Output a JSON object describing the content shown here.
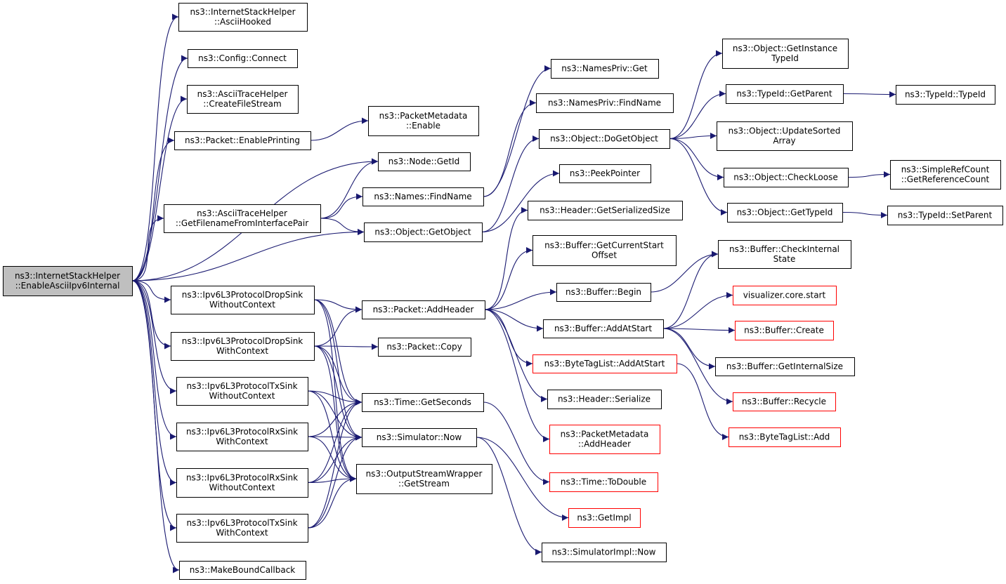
{
  "colors": {
    "edge": "#191970",
    "node_border": "#000000",
    "truncated_border": "#ff0000",
    "root_fill": "#bfbfbf",
    "node_fill": "#ffffff"
  },
  "nodes": [
    {
      "id": "root",
      "lines": [
        "ns3::InternetStackHelper",
        "::EnableAsciiIpv6Internal"
      ],
      "root": true
    },
    {
      "id": "n1",
      "lines": [
        "ns3::InternetStackHelper",
        "::AsciiHooked"
      ]
    },
    {
      "id": "n2",
      "lines": [
        "ns3::Config::Connect"
      ]
    },
    {
      "id": "n3",
      "lines": [
        "ns3::AsciiTraceHelper",
        "::CreateFileStream"
      ]
    },
    {
      "id": "n4",
      "lines": [
        "ns3::Packet::EnablePrinting"
      ]
    },
    {
      "id": "n5",
      "lines": [
        "ns3::PacketMetadata",
        "::Enable"
      ]
    },
    {
      "id": "n6",
      "lines": [
        "ns3::Node::GetId"
      ]
    },
    {
      "id": "n7",
      "lines": [
        "ns3::AsciiTraceHelper",
        "::GetFilenameFromInterfacePair"
      ]
    },
    {
      "id": "n8",
      "lines": [
        "ns3::Names::FindName"
      ]
    },
    {
      "id": "n9",
      "lines": [
        "ns3::Object::GetObject"
      ]
    },
    {
      "id": "n10",
      "lines": [
        "ns3::Ipv6L3ProtocolDropSink",
        "WithoutContext"
      ]
    },
    {
      "id": "n11",
      "lines": [
        "ns3::Packet::AddHeader"
      ]
    },
    {
      "id": "n12",
      "lines": [
        "ns3::Ipv6L3ProtocolDropSink",
        "WithContext"
      ]
    },
    {
      "id": "n13",
      "lines": [
        "ns3::Packet::Copy"
      ]
    },
    {
      "id": "n14",
      "lines": [
        "ns3::Ipv6L3ProtocolTxSink",
        "WithoutContext"
      ]
    },
    {
      "id": "n15",
      "lines": [
        "ns3::Time::GetSeconds"
      ]
    },
    {
      "id": "n16",
      "lines": [
        "ns3::Ipv6L3ProtocolRxSink",
        "WithContext"
      ]
    },
    {
      "id": "n17",
      "lines": [
        "ns3::Simulator::Now"
      ]
    },
    {
      "id": "n18",
      "lines": [
        "ns3::Ipv6L3ProtocolRxSink",
        "WithoutContext"
      ]
    },
    {
      "id": "n19",
      "lines": [
        "ns3::OutputStreamWrapper",
        "::GetStream"
      ]
    },
    {
      "id": "n20",
      "lines": [
        "ns3::Ipv6L3ProtocolTxSink",
        "WithContext"
      ]
    },
    {
      "id": "n21",
      "lines": [
        "ns3::MakeBoundCallback"
      ]
    },
    {
      "id": "n22",
      "lines": [
        "ns3::NamesPriv::Get"
      ]
    },
    {
      "id": "n23",
      "lines": [
        "ns3::NamesPriv::FindName"
      ]
    },
    {
      "id": "n24",
      "lines": [
        "ns3::Object::DoGetObject"
      ]
    },
    {
      "id": "n25",
      "lines": [
        "ns3::PeekPointer"
      ]
    },
    {
      "id": "n26",
      "lines": [
        "ns3::Header::GetSerializedSize"
      ]
    },
    {
      "id": "n27",
      "lines": [
        "ns3::Buffer::GetCurrentStart",
        "Offset"
      ]
    },
    {
      "id": "n28",
      "lines": [
        "ns3::Buffer::Begin"
      ]
    },
    {
      "id": "n29",
      "lines": [
        "ns3::Buffer::AddAtStart"
      ]
    },
    {
      "id": "n30",
      "lines": [
        "ns3::ByteTagList::AddAtStart"
      ],
      "truncated": true
    },
    {
      "id": "n31",
      "lines": [
        "ns3::Header::Serialize"
      ]
    },
    {
      "id": "n32",
      "lines": [
        "ns3::PacketMetadata",
        "::AddHeader"
      ],
      "truncated": true
    },
    {
      "id": "n33",
      "lines": [
        "ns3::Time::ToDouble"
      ],
      "truncated": true
    },
    {
      "id": "n34",
      "lines": [
        "ns3::GetImpl"
      ],
      "truncated": true
    },
    {
      "id": "n35",
      "lines": [
        "ns3::SimulatorImpl::Now"
      ]
    },
    {
      "id": "n36",
      "lines": [
        "ns3::Object::GetInstance",
        "TypeId"
      ]
    },
    {
      "id": "n37",
      "lines": [
        "ns3::TypeId::GetParent"
      ]
    },
    {
      "id": "n38",
      "lines": [
        "ns3::TypeId::TypeId"
      ]
    },
    {
      "id": "n39",
      "lines": [
        "ns3::Object::UpdateSorted",
        "Array"
      ]
    },
    {
      "id": "n40",
      "lines": [
        "ns3::Object::CheckLoose"
      ]
    },
    {
      "id": "n41",
      "lines": [
        "ns3::SimpleRefCount",
        "::GetReferenceCount"
      ]
    },
    {
      "id": "n42",
      "lines": [
        "ns3::Object::GetTypeId"
      ]
    },
    {
      "id": "n43",
      "lines": [
        "ns3::TypeId::SetParent"
      ]
    },
    {
      "id": "n44",
      "lines": [
        "ns3::Buffer::CheckInternal",
        "State"
      ]
    },
    {
      "id": "n45",
      "lines": [
        "visualizer.core.start"
      ],
      "truncated": true
    },
    {
      "id": "n46",
      "lines": [
        "ns3::Buffer::Create"
      ],
      "truncated": true
    },
    {
      "id": "n47",
      "lines": [
        "ns3::Buffer::GetInternalSize"
      ]
    },
    {
      "id": "n48",
      "lines": [
        "ns3::Buffer::Recycle"
      ],
      "truncated": true
    },
    {
      "id": "n49",
      "lines": [
        "ns3::ByteTagList::Add"
      ],
      "truncated": true
    }
  ],
  "edges": [
    [
      "root",
      "n1"
    ],
    [
      "root",
      "n2"
    ],
    [
      "root",
      "n3"
    ],
    [
      "root",
      "n4"
    ],
    [
      "root",
      "n6"
    ],
    [
      "root",
      "n7"
    ],
    [
      "root",
      "n9"
    ],
    [
      "root",
      "n10"
    ],
    [
      "root",
      "n12"
    ],
    [
      "root",
      "n14"
    ],
    [
      "root",
      "n16"
    ],
    [
      "root",
      "n18"
    ],
    [
      "root",
      "n20"
    ],
    [
      "root",
      "n21"
    ],
    [
      "n4",
      "n5"
    ],
    [
      "n7",
      "n6"
    ],
    [
      "n7",
      "n8"
    ],
    [
      "n7",
      "n9"
    ],
    [
      "n8",
      "n22"
    ],
    [
      "n8",
      "n23"
    ],
    [
      "n9",
      "n24"
    ],
    [
      "n9",
      "n25"
    ],
    [
      "n10",
      "n11"
    ],
    [
      "n10",
      "n15"
    ],
    [
      "n10",
      "n17"
    ],
    [
      "n10",
      "n19"
    ],
    [
      "n12",
      "n11"
    ],
    [
      "n12",
      "n13"
    ],
    [
      "n12",
      "n15"
    ],
    [
      "n12",
      "n17"
    ],
    [
      "n12",
      "n19"
    ],
    [
      "n14",
      "n15"
    ],
    [
      "n14",
      "n17"
    ],
    [
      "n14",
      "n19"
    ],
    [
      "n16",
      "n15"
    ],
    [
      "n16",
      "n17"
    ],
    [
      "n16",
      "n19"
    ],
    [
      "n18",
      "n15"
    ],
    [
      "n18",
      "n17"
    ],
    [
      "n18",
      "n19"
    ],
    [
      "n20",
      "n15"
    ],
    [
      "n20",
      "n17"
    ],
    [
      "n20",
      "n19"
    ],
    [
      "n11",
      "n26"
    ],
    [
      "n11",
      "n27"
    ],
    [
      "n11",
      "n28"
    ],
    [
      "n11",
      "n29"
    ],
    [
      "n11",
      "n30"
    ],
    [
      "n11",
      "n31"
    ],
    [
      "n11",
      "n32"
    ],
    [
      "n15",
      "n33"
    ],
    [
      "n17",
      "n34"
    ],
    [
      "n17",
      "n35"
    ],
    [
      "n24",
      "n36"
    ],
    [
      "n24",
      "n37"
    ],
    [
      "n24",
      "n39"
    ],
    [
      "n24",
      "n40"
    ],
    [
      "n24",
      "n42"
    ],
    [
      "n37",
      "n38"
    ],
    [
      "n40",
      "n41"
    ],
    [
      "n42",
      "n43"
    ],
    [
      "n28",
      "n44"
    ],
    [
      "n29",
      "n44"
    ],
    [
      "n29",
      "n45"
    ],
    [
      "n29",
      "n46"
    ],
    [
      "n29",
      "n47"
    ],
    [
      "n29",
      "n48"
    ],
    [
      "n30",
      "n49"
    ]
  ]
}
